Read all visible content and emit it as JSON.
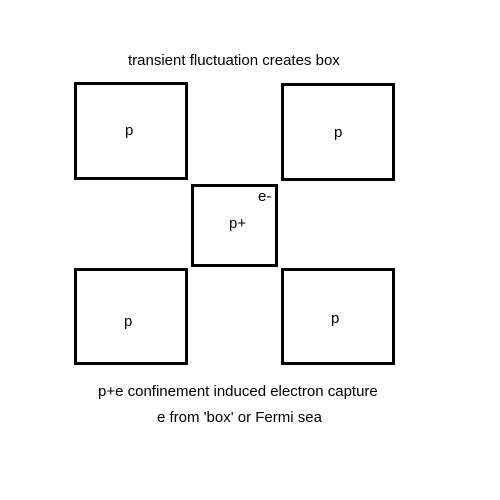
{
  "diagram": {
    "top_caption": "transient fluctuation creates box",
    "boxes": {
      "top_left": "p",
      "top_right": "p",
      "center": "p+",
      "bottom_left": "p",
      "bottom_right": "p"
    },
    "electron_label": "e-",
    "bottom_caption_line1": "p+e confinement induced electron capture",
    "bottom_caption_line2": "e from 'box' or Fermi sea"
  }
}
